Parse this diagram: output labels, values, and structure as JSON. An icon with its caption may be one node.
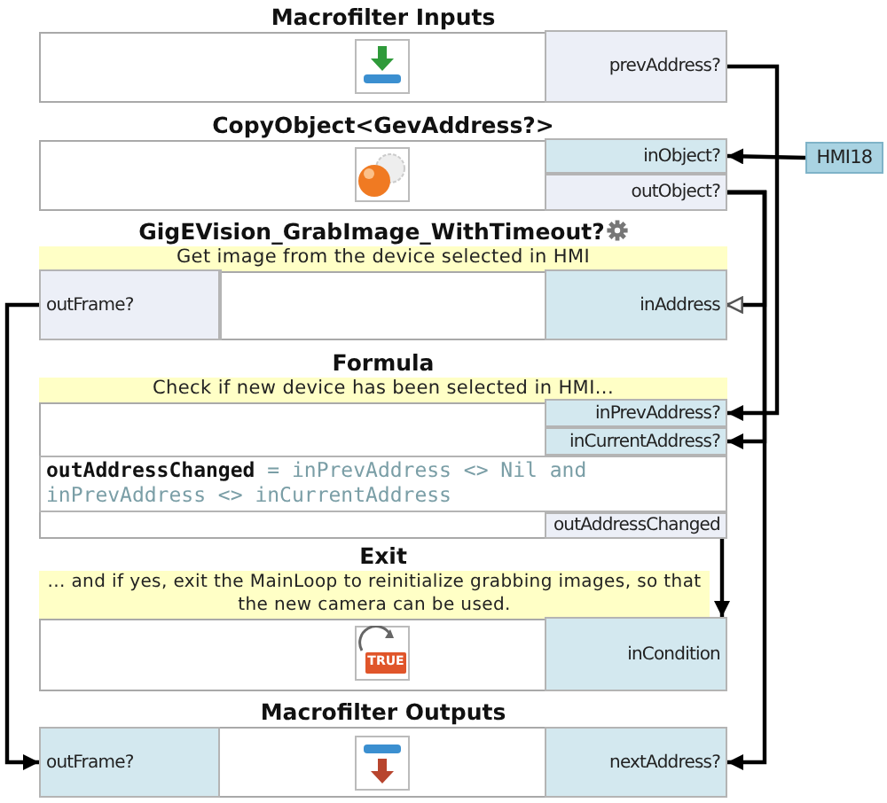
{
  "diagram": {
    "nodes": [
      {
        "text": [
          "Macrofilter Inputs"
        ]
      },
      {
        "text": [
          "prevAddress?"
        ],
        "in": 0
      },
      {
        "text": [
          "CopyObject<GevAddress?>"
        ]
      },
      {
        "text": [
          "inObject?"
        ],
        "in": 2
      },
      {
        "text": [
          "outObject?"
        ],
        "in": 2
      },
      {
        "text": [
          "GigEVision_GrabImage_WithTimeout?",
          "Get image from the device selected in HMI"
        ]
      },
      {
        "text": [
          "outFrame?"
        ],
        "in": 5
      },
      {
        "text": [
          "inAddress"
        ],
        "in": 5
      },
      {
        "text": [
          "Formula",
          "Check if new device has been selected in HMI..."
        ]
      },
      {
        "text": [
          "inPrevAddress?"
        ],
        "in": 8
      },
      {
        "text": [
          "inCurrentAddress?"
        ],
        "in": 8
      },
      {
        "text": [
          "**outAddressChanged** = inPrevAddress <> Nil and inPrevAddress <> inCurrentAddress"
        ],
        "in": 8
      },
      {
        "text": [
          "outAddressChanged"
        ],
        "in": 8
      },
      {
        "text": [
          "Exit",
          "... and if yes, exit the MainLoop to reinitialize grabbing images, so that the new camera can be used."
        ]
      },
      {
        "text": [
          "inCondition"
        ],
        "in": 13
      },
      {
        "text": [
          "Macrofilter Outputs"
        ]
      },
      {
        "text": [
          "outFrame?"
        ],
        "in": 15
      },
      {
        "text": [
          "nextAddress?"
        ],
        "in": 15
      },
      {
        "text": [
          "HMI18"
        ]
      }
    ],
    "edges": [
      {
        "from": 1,
        "to": 9,
        "arrow": "to"
      },
      {
        "from": 18,
        "to": 3,
        "arrow": "to"
      },
      {
        "from": 4,
        "to": 7,
        "arrow": "to"
      },
      {
        "from": 4,
        "to": 10,
        "arrow": "to"
      },
      {
        "from": 4,
        "to": 17,
        "arrow": "to"
      },
      {
        "from": 6,
        "to": 16,
        "arrow": "to"
      },
      {
        "from": 12,
        "to": 14,
        "arrow": "to"
      }
    ],
    "labels": [
      "TRUE"
    ]
  }
}
